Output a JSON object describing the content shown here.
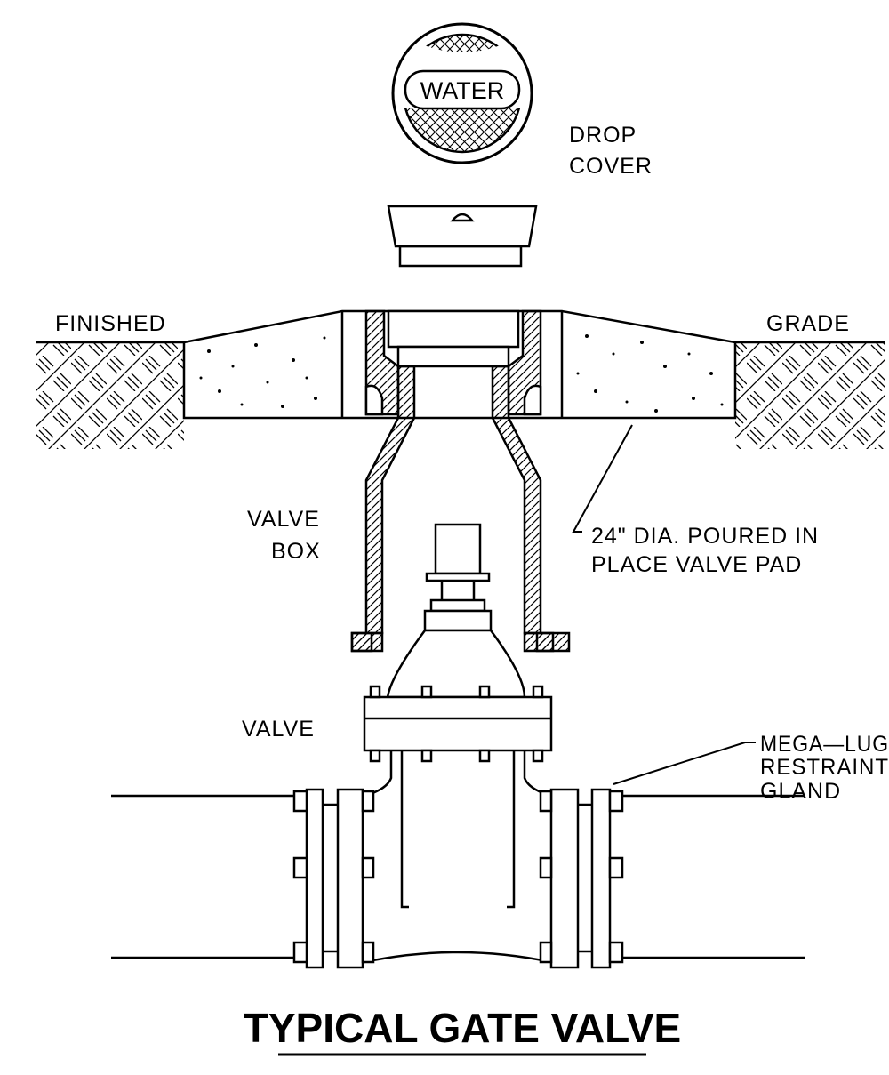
{
  "cover": {
    "word": "WATER"
  },
  "labels": {
    "drop_line1": "DROP",
    "drop_line2": "COVER",
    "finished": "FINISHED",
    "grade": "GRADE",
    "valve_box_line1": "VALVE",
    "valve_box_line2": "BOX",
    "pad_line1": "24\" DIA. POURED IN",
    "pad_line2": "PLACE VALVE PAD",
    "valve": "VALVE",
    "megalug_line1": "MEGA—LUG",
    "megalug_line2": "RESTRAINT",
    "megalug_line3": "GLAND"
  },
  "title": "TYPICAL GATE VALVE",
  "colors": {
    "line": "#000000",
    "background": "#ffffff"
  }
}
